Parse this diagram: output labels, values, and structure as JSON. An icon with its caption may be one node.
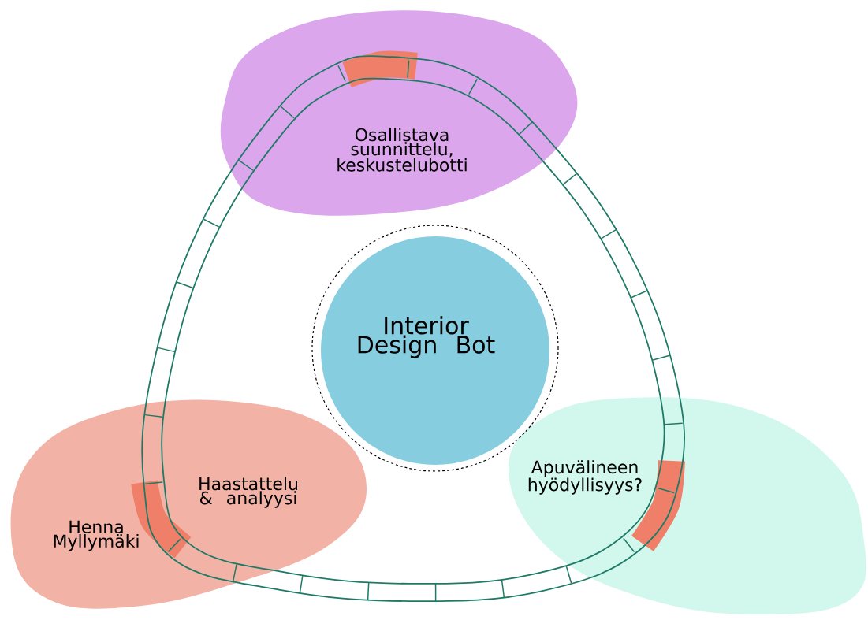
{
  "diagram": {
    "nodes": [
      {
        "text": [
          "Osallistava suunnittelu, keskustelubotti"
        ]
      },
      {
        "text": [
          "Henna Myllymäki",
          "Haastattelu & analyysi"
        ]
      },
      {
        "text": [
          "Apuvälineen hyödyllisyys?"
        ]
      },
      {
        "text": [
          "Interior Design Bot"
        ]
      }
    ]
  }
}
